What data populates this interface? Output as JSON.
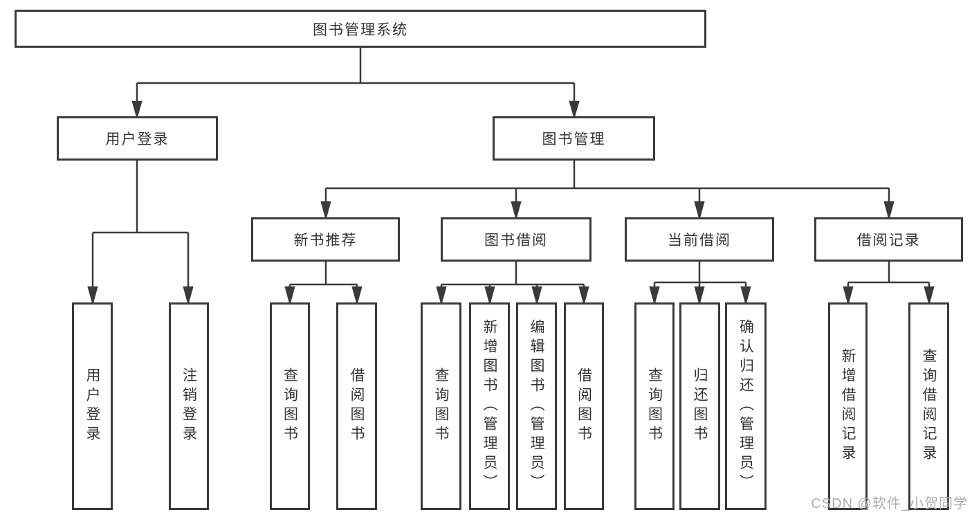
{
  "diagram": {
    "root": {
      "label": "图书管理系统"
    },
    "level2": [
      {
        "label": "用户登录",
        "children": [
          {
            "label": "用户登录"
          },
          {
            "label": "注销登录"
          }
        ]
      },
      {
        "label": "图书管理",
        "children": [
          {
            "label": "新书推荐",
            "children": [
              {
                "label": "查询图书"
              },
              {
                "label": "借阅图书"
              }
            ]
          },
          {
            "label": "图书借阅",
            "children": [
              {
                "label": "查询图书"
              },
              {
                "label": "新增图书（管理员）"
              },
              {
                "label": "编辑图书（管理员）"
              },
              {
                "label": "借阅图书"
              }
            ]
          },
          {
            "label": "当前借阅",
            "children": [
              {
                "label": "查询图书"
              },
              {
                "label": "归还图书"
              },
              {
                "label": "确认归还（管理员）"
              }
            ]
          },
          {
            "label": "借阅记录",
            "children": [
              {
                "label": "新增借阅记录"
              },
              {
                "label": "查询借阅记录"
              }
            ]
          }
        ]
      }
    ]
  },
  "watermark": {
    "text": "CSDN @软件_小贺同学"
  },
  "colors": {
    "line": "#3a3a3a",
    "text": "#333333",
    "watermark": "#adadad",
    "background": "#ffffff"
  }
}
